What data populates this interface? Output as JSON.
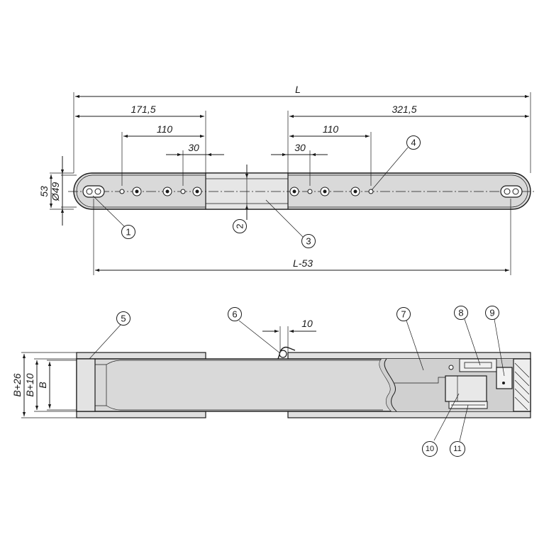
{
  "dimensions": {
    "L": "L",
    "d171": "171,5",
    "d321": "321,5",
    "d110a": "110",
    "d110b": "110",
    "d30a": "30",
    "d30b": "30",
    "d53": "53",
    "d49": "Ø49",
    "dL53": "L-53",
    "d10": "10",
    "dB26": "B+26",
    "dB10": "B+10",
    "dB": "B"
  },
  "balloons": [
    "1",
    "2",
    "3",
    "4",
    "5",
    "6",
    "7",
    "8",
    "9",
    "10",
    "11"
  ]
}
